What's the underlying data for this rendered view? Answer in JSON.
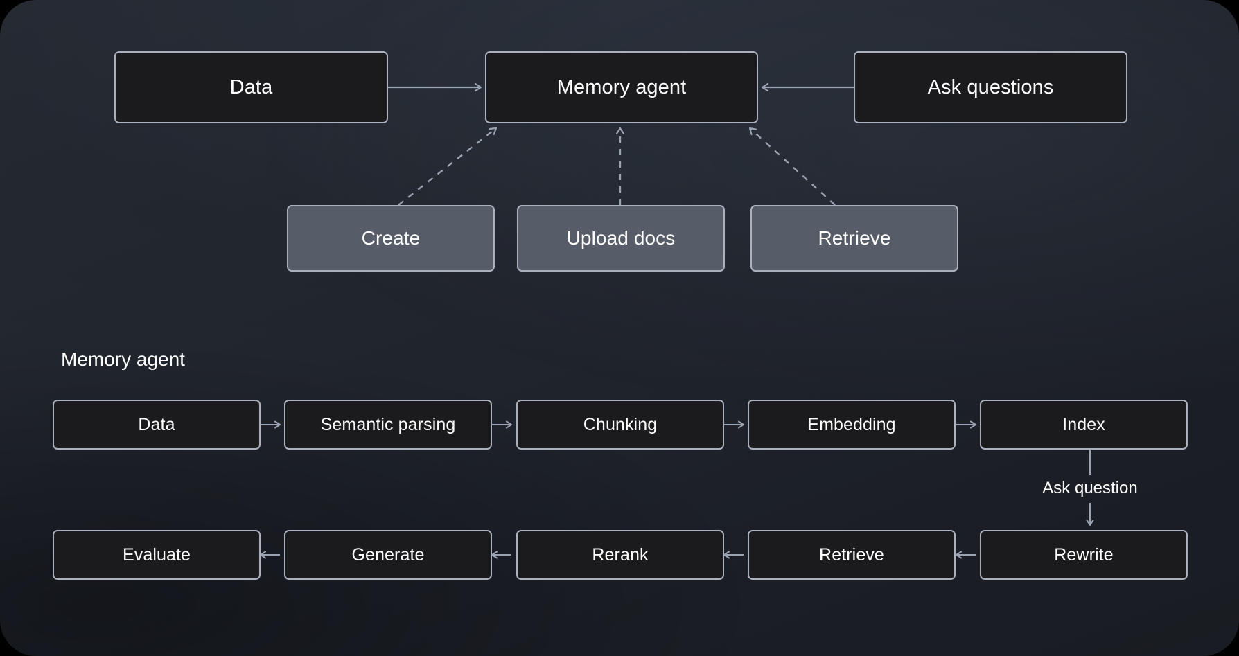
{
  "theme": {
    "page_background": "#000000",
    "panel_background_top": "#262b34",
    "panel_background_bottom": "#191c22",
    "node_dark_fill": "#1b1b1d",
    "node_gray_fill": "#565d69",
    "node_border": "#aab2c0",
    "edge_color": "#9aa3b2",
    "text_color": "#ffffff"
  },
  "overview": {
    "nodes": {
      "data": "Data",
      "memory_agent": "Memory agent",
      "ask_questions": "Ask questions"
    },
    "actions": [
      {
        "label": "Create"
      },
      {
        "label": "Upload docs"
      },
      {
        "label": "Retrieve"
      }
    ]
  },
  "detail": {
    "section_title": "Memory agent",
    "pipeline_top": [
      {
        "label": "Data"
      },
      {
        "label": "Semantic parsing"
      },
      {
        "label": "Chunking"
      },
      {
        "label": "Embedding"
      },
      {
        "label": "Index"
      }
    ],
    "transition_label": "Ask question",
    "pipeline_bottom": [
      {
        "label": "Evaluate"
      },
      {
        "label": "Generate"
      },
      {
        "label": "Rerank"
      },
      {
        "label": "Retrieve"
      },
      {
        "label": "Rewrite"
      }
    ]
  }
}
